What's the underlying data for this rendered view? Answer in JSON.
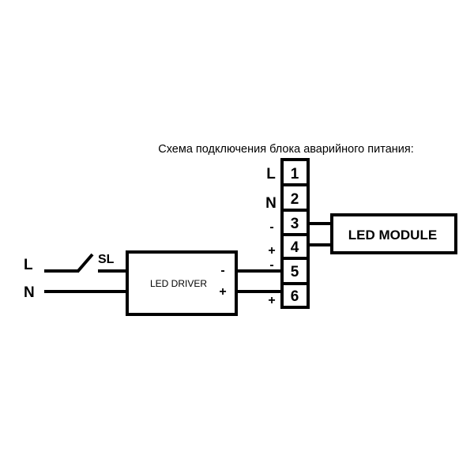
{
  "title": "Схема подключения блока аварийного питания:",
  "input": {
    "line": "L",
    "neutral": "N",
    "switched_line": "SL"
  },
  "driver": {
    "label": "LED DRIVER",
    "minus": "-",
    "plus": "+"
  },
  "module": {
    "label": "LED MODULE"
  },
  "terminals": [
    {
      "number": "1",
      "label": "L"
    },
    {
      "number": "2",
      "label": "N"
    },
    {
      "number": "3",
      "label": "-"
    },
    {
      "number": "4",
      "label": "+"
    },
    {
      "number": "5",
      "label": "-"
    },
    {
      "number": "6",
      "label": "+"
    }
  ]
}
